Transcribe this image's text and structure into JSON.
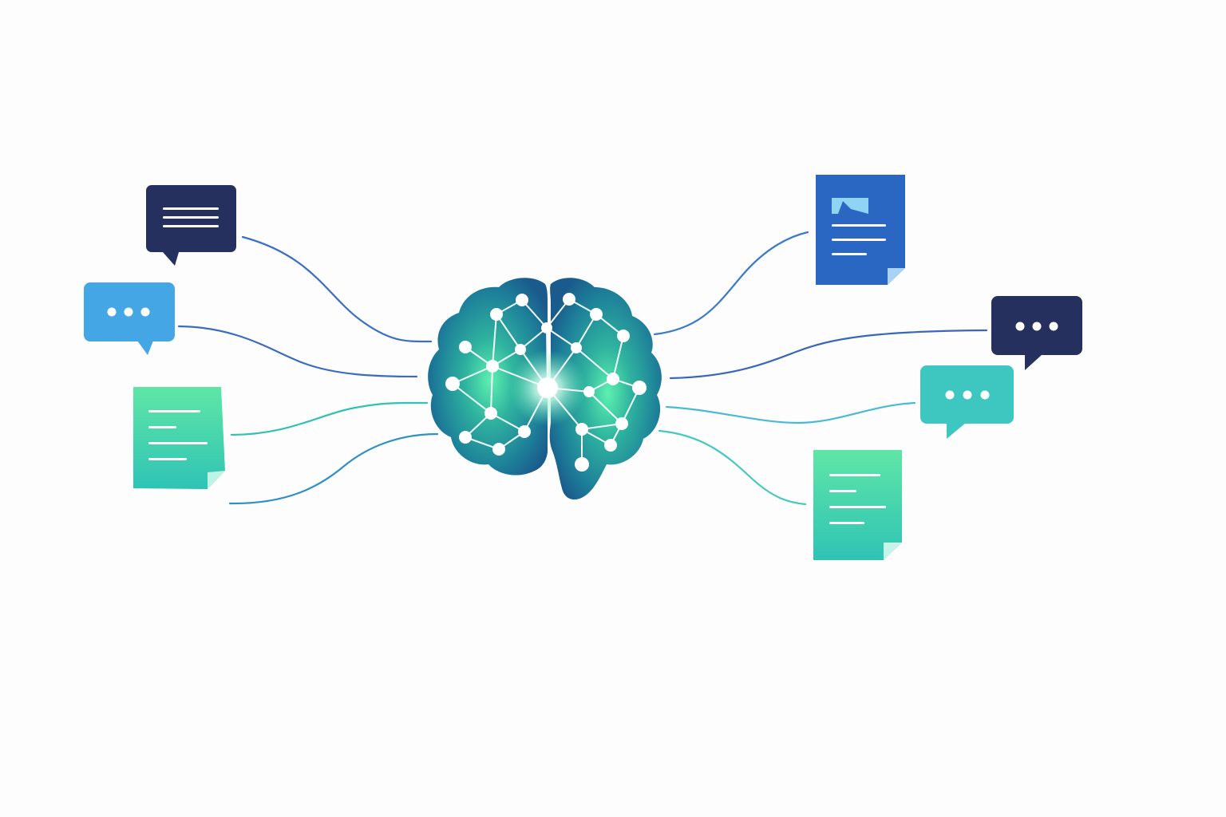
{
  "diagram": {
    "hub": {
      "icon": "brain-network-icon"
    },
    "nodes": [
      {
        "id": "chat-lines-left",
        "kind": "chat-bubble",
        "content": "lines",
        "icon": "chat-bubble-lines-icon",
        "color": "#26305e"
      },
      {
        "id": "chat-dots-left",
        "kind": "chat-bubble",
        "content": "dots",
        "icon": "chat-bubble-dots-icon",
        "color": "#45a6e6"
      },
      {
        "id": "note-left",
        "kind": "document",
        "content": "text-lines",
        "icon": "note-document-icon",
        "color": "#40d3a5"
      },
      {
        "id": "doc-image-right",
        "kind": "document",
        "content": "image-and-text",
        "icon": "document-image-icon",
        "color": "#2a67c3"
      },
      {
        "id": "chat-dots-right-dark",
        "kind": "chat-bubble",
        "content": "dots",
        "icon": "chat-bubble-dots-icon",
        "color": "#26305e"
      },
      {
        "id": "chat-dots-right-teal",
        "kind": "chat-bubble",
        "content": "dots",
        "icon": "chat-bubble-dots-icon",
        "color": "#3ec6c0"
      },
      {
        "id": "note-right",
        "kind": "document",
        "content": "text-lines",
        "icon": "note-document-icon",
        "color": "#45d6a6"
      }
    ],
    "connectors": 8
  },
  "colors": {
    "navy": "#26305e",
    "sky": "#45a6e6",
    "mint": "#5fe2a4",
    "teal": "#2fbfb6",
    "royal": "#2a67c3",
    "brain_dark": "#1a5f8f",
    "brain_glow": "#43d9a0",
    "background": "#fdfdfd"
  }
}
